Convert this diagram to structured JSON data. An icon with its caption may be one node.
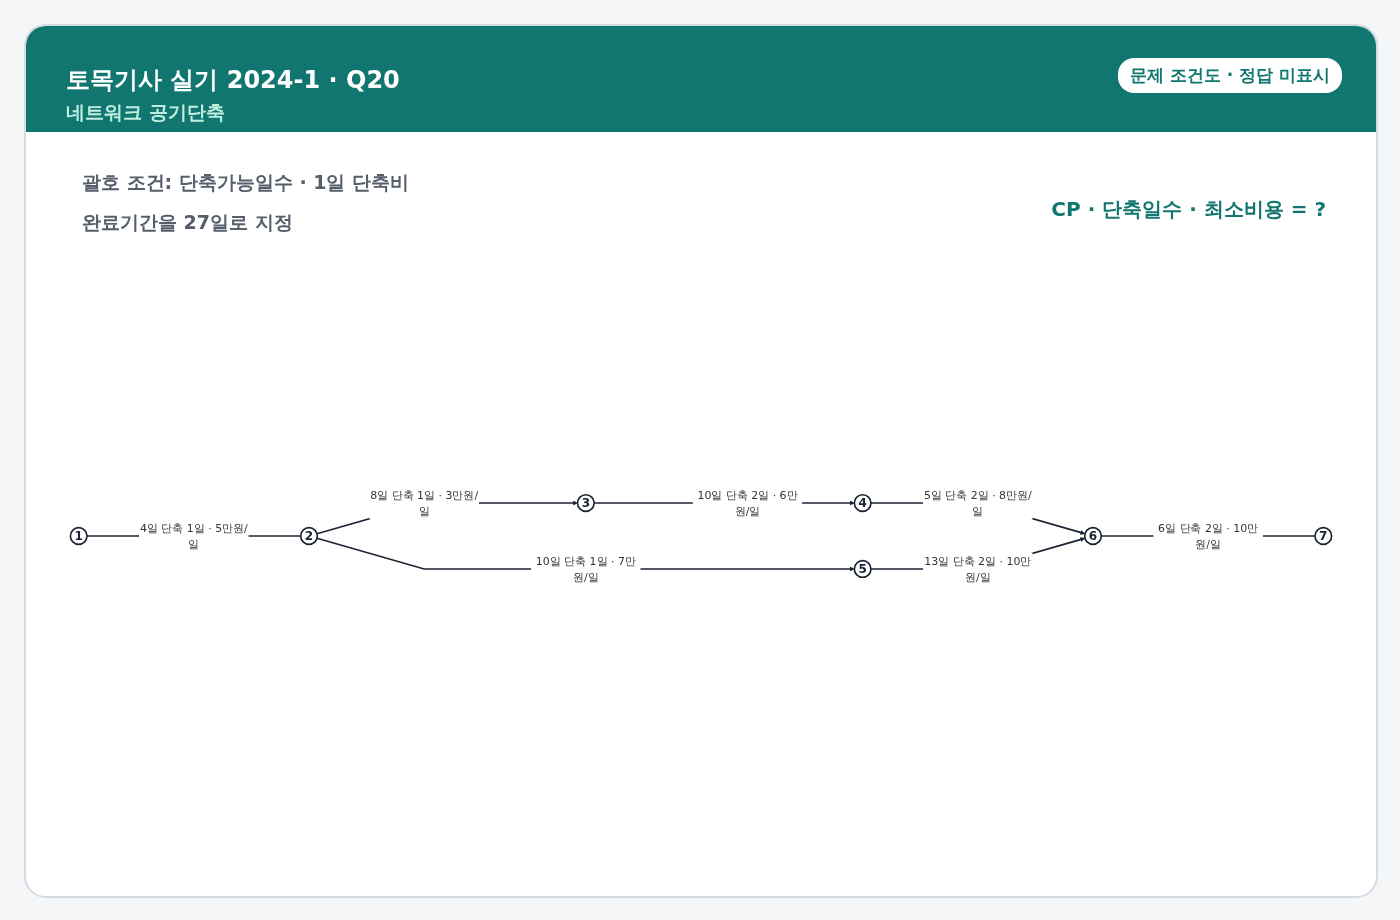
{
  "diagram": {
    "title": "토목기사 실기 2024-1 · Q20",
    "nodes": [
      {
        "text": [
          "1"
        ]
      },
      {
        "text": [
          "2"
        ]
      },
      {
        "text": [
          "3"
        ]
      },
      {
        "text": [
          "4"
        ]
      },
      {
        "text": [
          "5"
        ]
      },
      {
        "text": [
          "6"
        ]
      },
      {
        "text": [
          "7"
        ]
      }
    ],
    "edges": [
      {
        "from": 0,
        "to": 1,
        "arrow": "none",
        "label": "4일 단축 1일 · 5만원/일"
      },
      {
        "from": 1,
        "to": 2,
        "arrow": "to",
        "label": "8일 단축 1일 · 3만원/일"
      },
      {
        "from": 2,
        "to": 3,
        "arrow": "to",
        "label": "10일 단축 2일 · 6만원/일"
      },
      {
        "from": 3,
        "to": 5,
        "arrow": "to",
        "label": "5일 단축 2일 · 8만원/일"
      },
      {
        "from": 1,
        "to": 4,
        "arrow": "to",
        "label": "10일 단축 1일 · 7만원/일"
      },
      {
        "from": 4,
        "to": 5,
        "arrow": "to",
        "label": "13일 단축 2일 · 10만원/일"
      },
      {
        "from": 5,
        "to": 6,
        "arrow": "none",
        "label": "6일 단축 2일 · 10만원/일"
      }
    ],
    "labels": [
      "네트워크 공기단축",
      "문제 조건도 · 정답 미표시",
      "괄호 조건: 단축가능일수 · 1일 단축비",
      "완료기간을 27일로 지정",
      "CP · 단축일수 · 최소비용 = ?"
    ]
  }
}
